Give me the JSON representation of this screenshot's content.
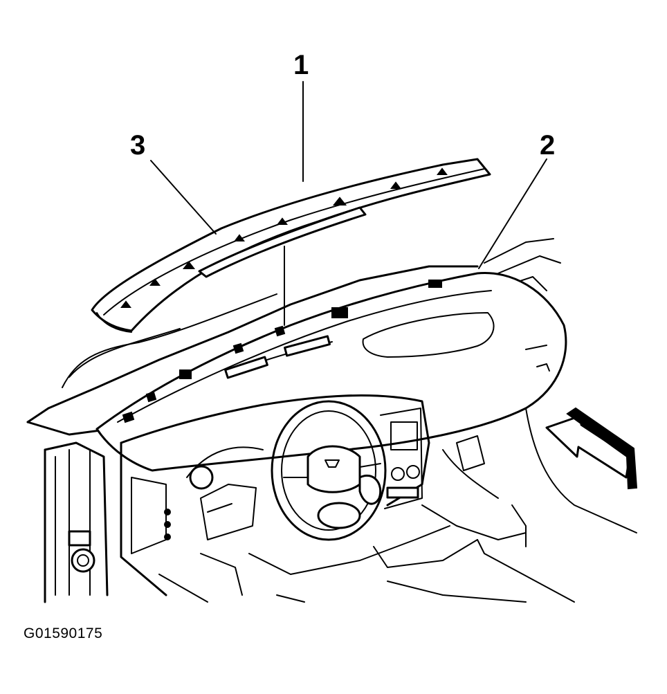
{
  "callouts": [
    {
      "label": "1"
    },
    {
      "label": "2"
    },
    {
      "label": "3"
    }
  ],
  "figure_id": "G01590175",
  "icons": {
    "direction_arrow": "front-view-arrow-icon"
  }
}
